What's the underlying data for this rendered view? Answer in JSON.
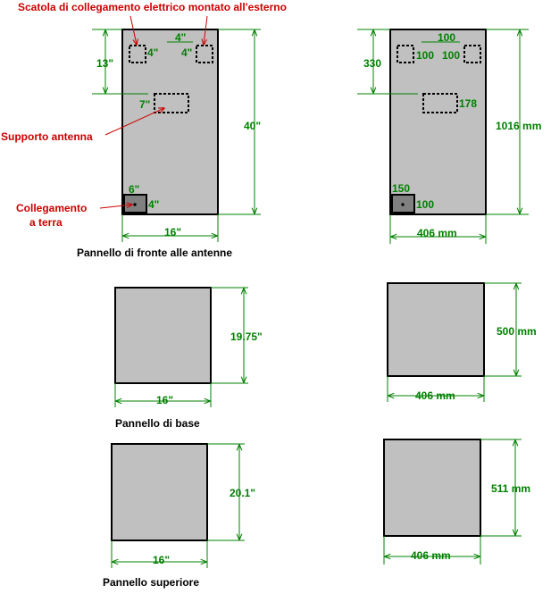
{
  "colors": {
    "dimension": "#008000",
    "annotation": "#cc0000",
    "panel": "#c0c0c0",
    "ground_block": "#808080"
  },
  "annotations": {
    "junction_box": "Scatola di collegamento elettrico montato all'esterno",
    "antenna_support": "Supporto antenna",
    "ground_line1": "Collegamento",
    "ground_line2": "a terra"
  },
  "front_panel": {
    "caption": "Pannello di fronte alle antenne",
    "imperial": {
      "width": "16\"",
      "height": "40\"",
      "top_offset": "13\"",
      "box_gap": "4\"",
      "box_left": "4\"",
      "box_right": "4\"",
      "support": "7\"",
      "ground_w": "6\"",
      "ground_h": "4\""
    },
    "metric": {
      "width": "406 mm",
      "height": "1016 mm",
      "top_offset": "330",
      "box_gap": "100",
      "box_left": "100",
      "box_right": "100",
      "support": "178",
      "ground_w": "150",
      "ground_h": "100"
    }
  },
  "base_panel": {
    "caption": "Pannello di base",
    "imperial": {
      "width": "16\"",
      "height": "19.75\""
    },
    "metric": {
      "width": "406 mm",
      "height": "500 mm"
    }
  },
  "top_panel": {
    "caption": "Pannello superiore",
    "imperial": {
      "width": "16\"",
      "height": "20.1\""
    },
    "metric": {
      "width": "406 mm",
      "height": "511 mm"
    }
  }
}
